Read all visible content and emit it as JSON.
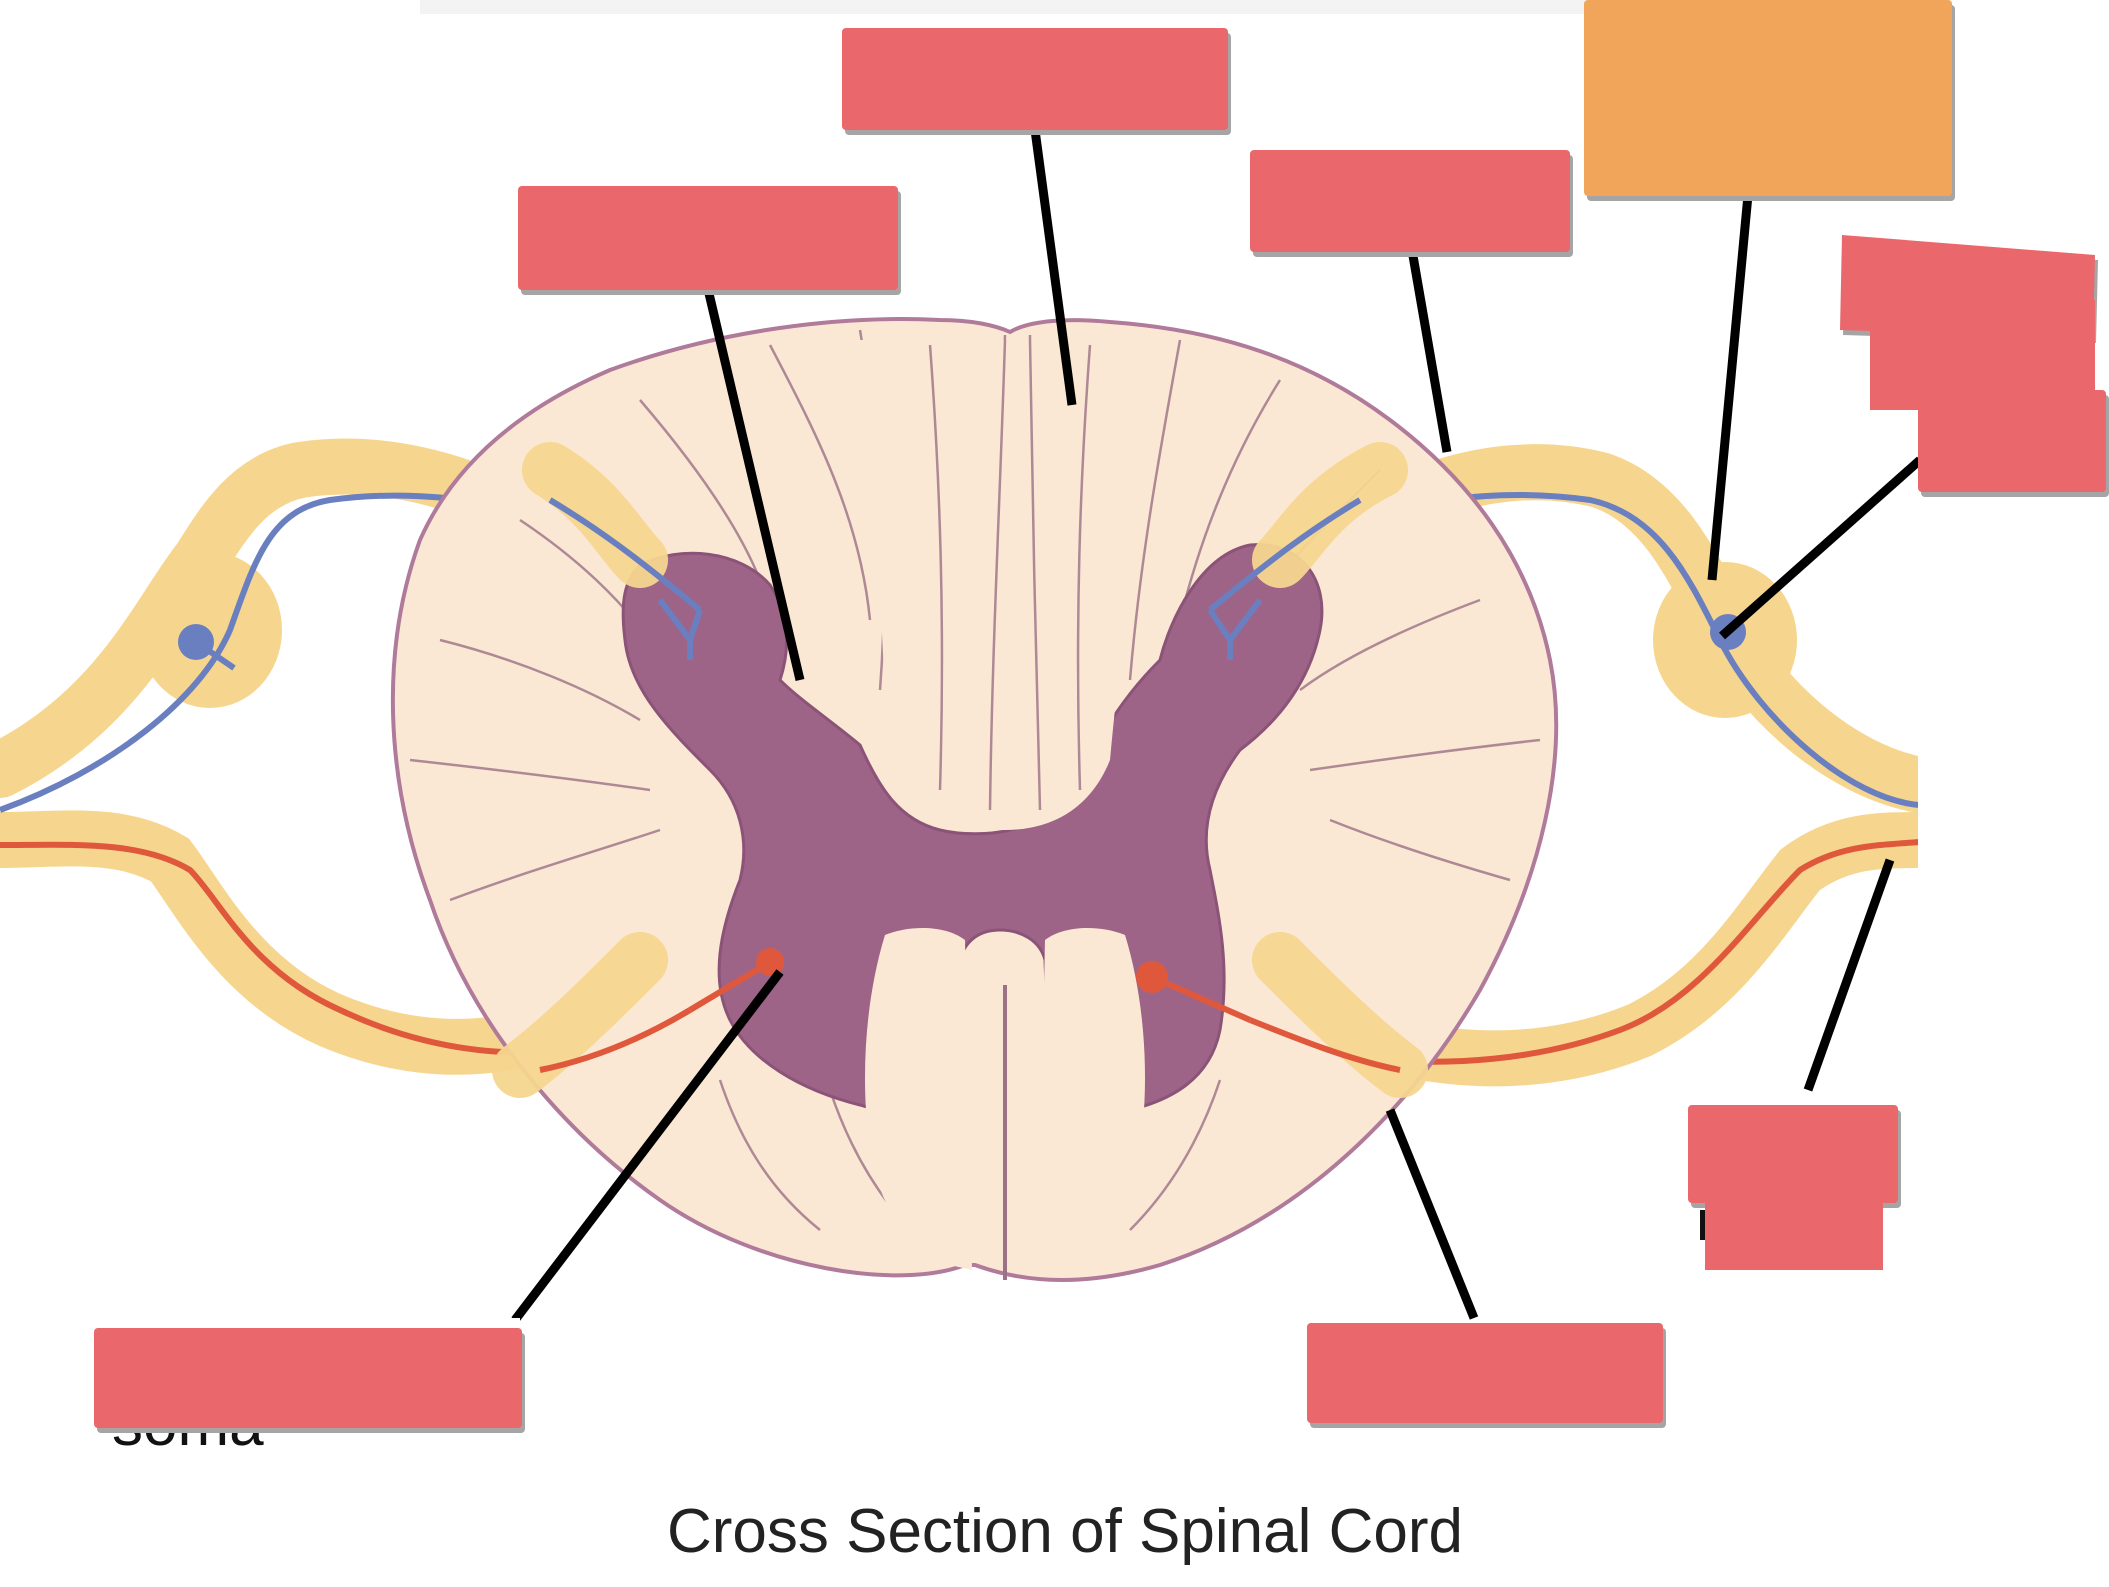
{
  "diagram": {
    "caption": "Cross Section of Spinal Cord",
    "partial_label_text": "soma",
    "colors": {
      "label_box": "#ea686c",
      "label_box_highlight": "#f0a55a",
      "white_matter": "#fbe8d4",
      "white_matter_outline": "#b07a9a",
      "gray_matter": "#9e6488",
      "nerve": "#f6d68f",
      "sensory_neuron": "#6a7fc0",
      "motor_neuron": "#e0583c",
      "leader_line": "#000000"
    },
    "labels": [
      {
        "id": "label-1",
        "text": ""
      },
      {
        "id": "label-2",
        "text": ""
      },
      {
        "id": "label-3",
        "text": ""
      },
      {
        "id": "label-4",
        "text": "",
        "highlighted": true
      },
      {
        "id": "label-5",
        "text": ""
      },
      {
        "id": "label-6",
        "text": ""
      },
      {
        "id": "label-7",
        "text": ""
      },
      {
        "id": "label-8",
        "text": ""
      },
      {
        "id": "label-9",
        "text": ""
      }
    ]
  }
}
